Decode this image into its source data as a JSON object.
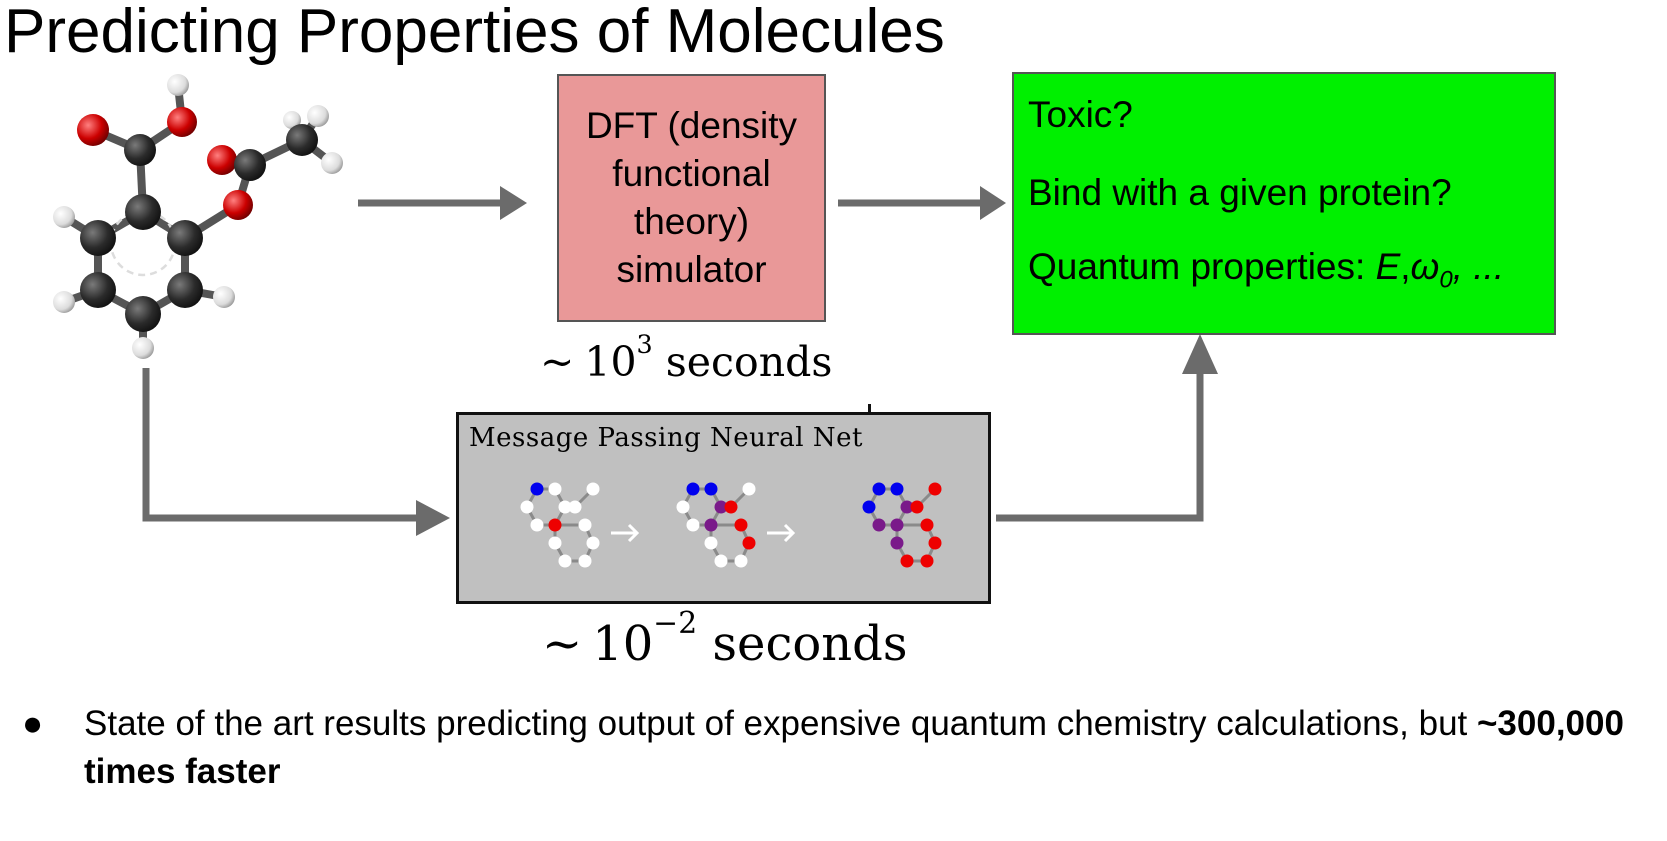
{
  "title": "Predicting Properties of Molecules",
  "dft_box": {
    "lines": [
      "DFT (density",
      "functional",
      "theory)",
      "simulator"
    ]
  },
  "result_box": {
    "q1": "Toxic?",
    "q2": "Bind with a given protein?",
    "q3_prefix": "Quantum properties: ",
    "q3_E": "E",
    "q3_comma": ",",
    "q3_omega": "ω",
    "q3_sub": "0",
    "q3_suffix": ", ..."
  },
  "dft_timing": {
    "tilde": "~",
    "base": "10",
    "exponent": "3",
    "unit": "seconds"
  },
  "nn_timing": {
    "tilde": "~",
    "base": "10",
    "exponent": "−2",
    "unit": "seconds"
  },
  "mpnn": {
    "title": "Message Passing Neural Net"
  },
  "bullet": {
    "marker": "●",
    "text_plain": "State of the art results predicting output of expensive quantum chemistry calculations, but ",
    "text_bold": "~300,000 times faster"
  },
  "colors": {
    "dft_fill": "#e99898",
    "result_fill": "#00f000",
    "arrow": "#6b6b6b",
    "carbon": "#2b2b2b",
    "oxygen": "#cc0000",
    "hydrogen": "#e8e8e8",
    "node_blue": "#0000ee",
    "node_red": "#ee0000",
    "node_purple": "#7a1a8a",
    "node_white": "#ffffff"
  }
}
